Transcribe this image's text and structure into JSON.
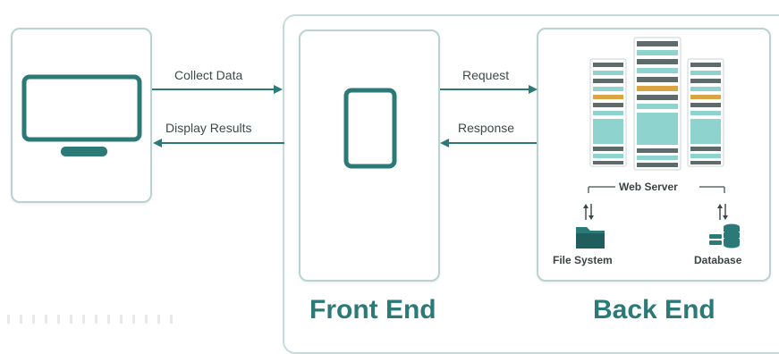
{
  "arrows": {
    "collect_data": "Collect Data",
    "display_results": "Display Results",
    "request": "Request",
    "response": "Response"
  },
  "sections": {
    "front_end": "Front End",
    "back_end": "Back End"
  },
  "backend": {
    "web_server": "Web Server",
    "file_system": "File System",
    "database": "Database"
  },
  "colors": {
    "teal_dark": "#2c7a78",
    "teal_light": "#8fd3cf",
    "border": "#b9d3d0",
    "accent": "#d9a441"
  }
}
